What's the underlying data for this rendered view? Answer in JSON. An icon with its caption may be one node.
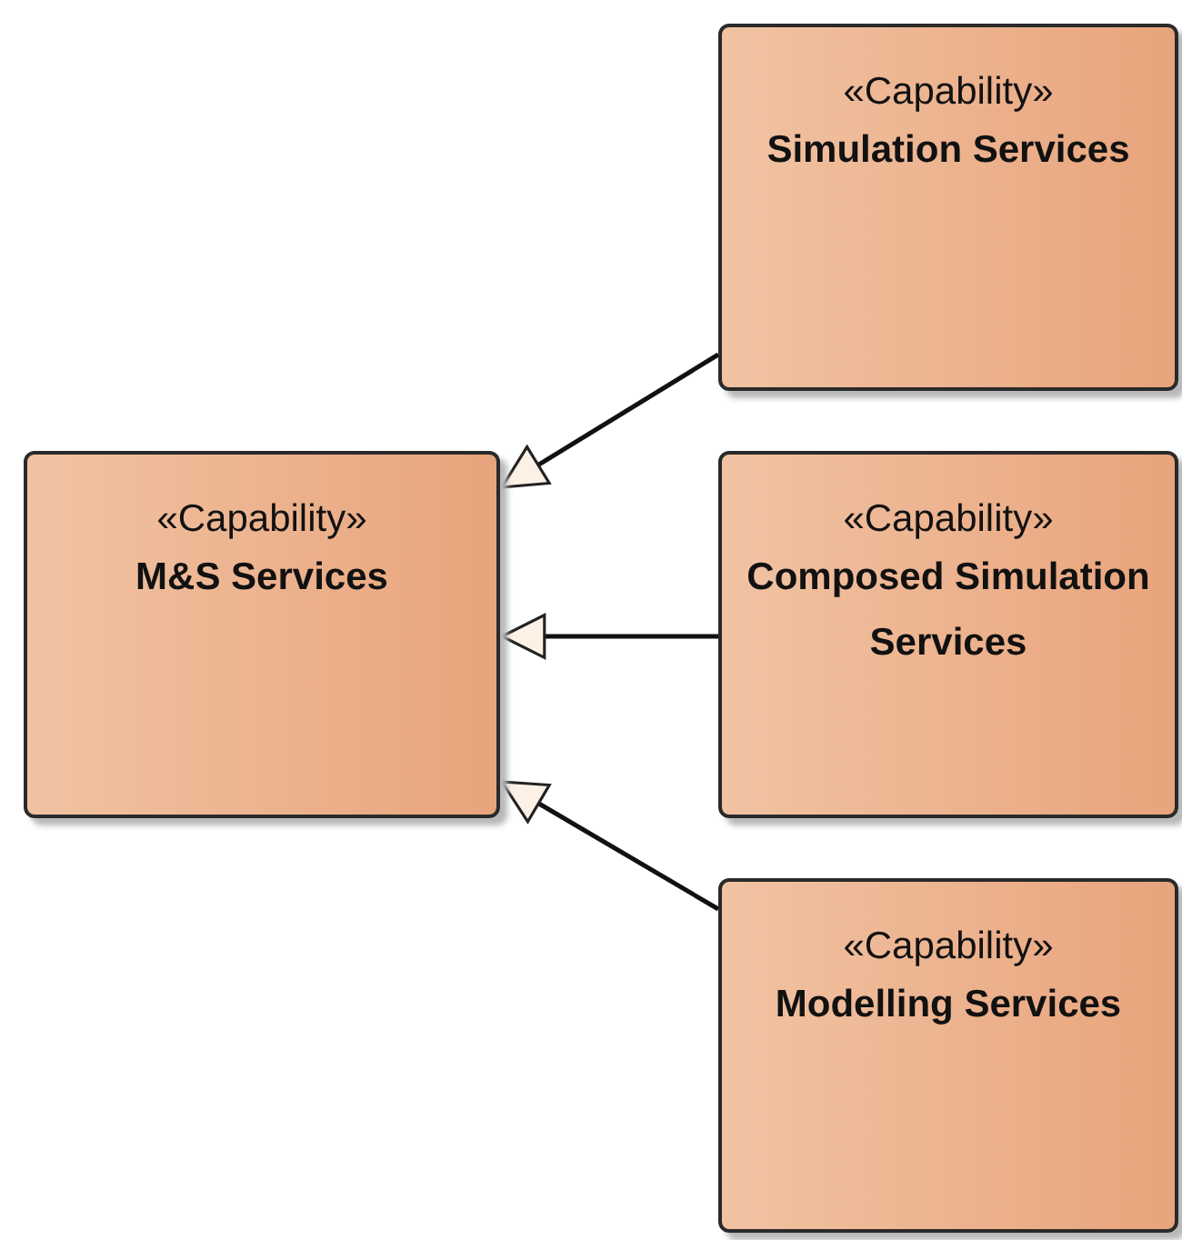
{
  "diagram": {
    "nodes": [
      {
        "text": [
          "«Capability»",
          "M&S Services"
        ]
      },
      {
        "text": [
          "«Capability»",
          "Simulation Services"
        ]
      },
      {
        "text": [
          "«Capability»",
          "Composed Simulation Services"
        ]
      },
      {
        "text": [
          "«Capability»",
          "Modelling Services"
        ]
      }
    ],
    "edges": [
      {
        "from": 1,
        "to": 0,
        "arrow": "to"
      },
      {
        "from": 2,
        "to": 0,
        "arrow": "to"
      },
      {
        "from": 3,
        "to": 0,
        "arrow": "to"
      }
    ]
  }
}
